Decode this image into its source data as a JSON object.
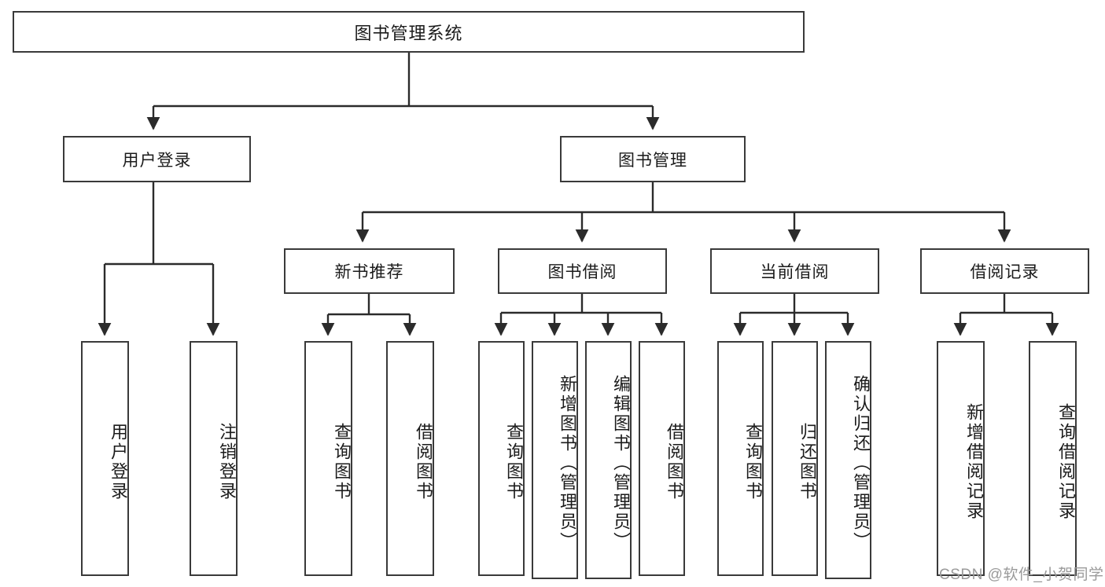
{
  "diagram": {
    "type": "tree-hierarchy-chart",
    "title": "图书管理系统",
    "colors": {
      "box_border": "#3a3a3a",
      "box_fill": "#ffffff",
      "edge": "#2b2b2b",
      "text": "#1b1b1b",
      "watermark": "#9a9a9a"
    },
    "root": {
      "label": "图书管理系统"
    },
    "level2": [
      {
        "id": "user-login",
        "label": "用户登录"
      },
      {
        "id": "book-management",
        "label": "图书管理"
      }
    ],
    "level3": [
      {
        "id": "new-book-recommend",
        "label": "新书推荐"
      },
      {
        "id": "book-borrow",
        "label": "图书借阅"
      },
      {
        "id": "current-borrow",
        "label": "当前借阅"
      },
      {
        "id": "borrow-record",
        "label": "借阅记录"
      }
    ],
    "leaves": {
      "user_login": [
        {
          "id": "leaf-user-login",
          "label": "用户登录"
        },
        {
          "id": "leaf-logout-login",
          "label": "注销登录"
        }
      ],
      "new_book_recommend": [
        {
          "id": "leaf-query-book-1",
          "label": "查询图书"
        },
        {
          "id": "leaf-borrow-book-1",
          "label": "借阅图书"
        }
      ],
      "book_borrow": [
        {
          "id": "leaf-query-book-2",
          "label": "查询图书"
        },
        {
          "id": "leaf-add-book",
          "label": "新增图书（管理员）"
        },
        {
          "id": "leaf-edit-book",
          "label": "编辑图书（管理员）"
        },
        {
          "id": "leaf-borrow-book-2",
          "label": "借阅图书"
        }
      ],
      "current_borrow": [
        {
          "id": "leaf-query-book-3",
          "label": "查询图书"
        },
        {
          "id": "leaf-return-book",
          "label": "归还图书"
        },
        {
          "id": "leaf-confirm-return",
          "label": "确认归还（管理员）"
        }
      ],
      "borrow_record": [
        {
          "id": "leaf-add-record",
          "label": "新增借阅记录"
        },
        {
          "id": "leaf-query-record",
          "label": "查询借阅记录"
        }
      ]
    },
    "watermark": "CSDN @软件_小贺同学"
  }
}
